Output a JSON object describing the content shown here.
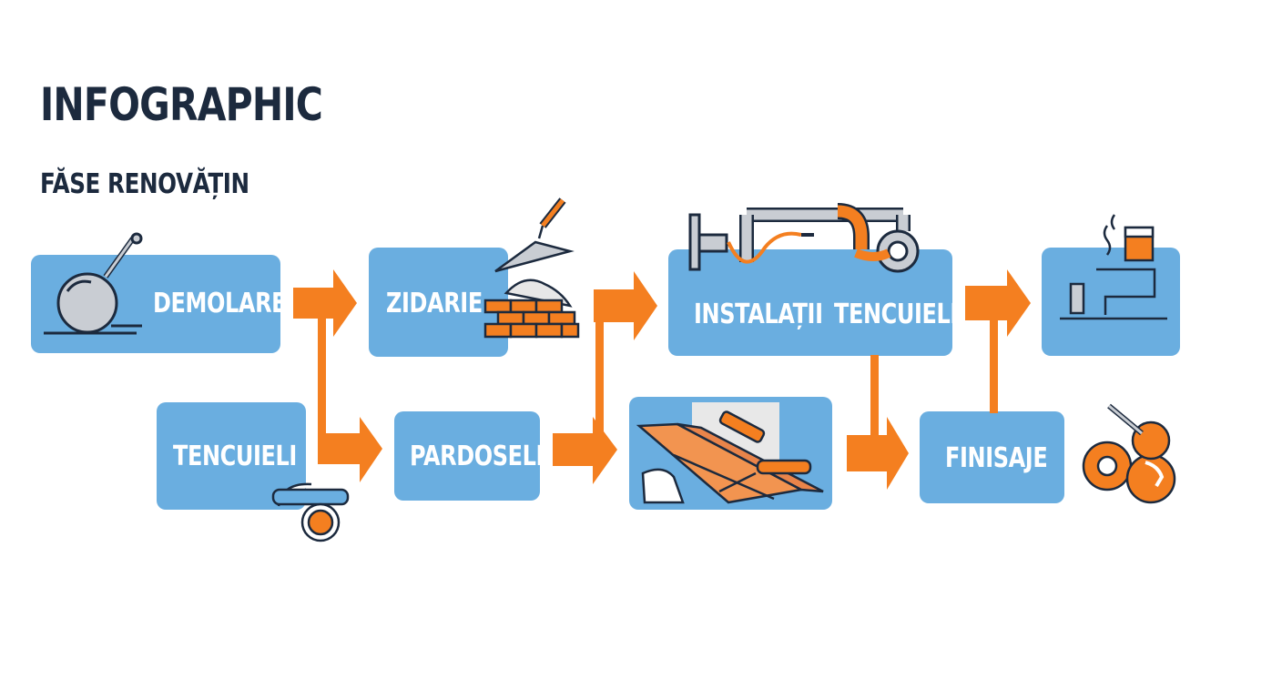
{
  "header": {
    "title": "INFOGRAPHIC",
    "subtitle": "FĂSE RENOVĂȚIN"
  },
  "stages": {
    "demolare": "DEMOLARE",
    "zidarie": "ZIDARIE",
    "instalatii": "INSTALAȚII",
    "tencuieli_top": "TENCUIELI",
    "tencuieli_bottom": "TENCUIELI",
    "pardoseli": "PARDOSELI",
    "finisaje": "FINISAJE"
  },
  "colors": {
    "box": "#6aaee0",
    "arrow": "#f47f20",
    "ink": "#1c2a3e",
    "icon_gray": "#c9cdd3"
  },
  "icons": {
    "demolare": "wrecking-ball-icon",
    "zidarie": "trowel-and-bricks-icon",
    "instalatii": "pipes-icon",
    "finishing_top": "paint-and-cabinet-icon",
    "tencuieli_bottom": "plaster-tool-icon",
    "pardoseli": "wood-flooring-icon",
    "finisaje": "paint-rollers-icon"
  }
}
